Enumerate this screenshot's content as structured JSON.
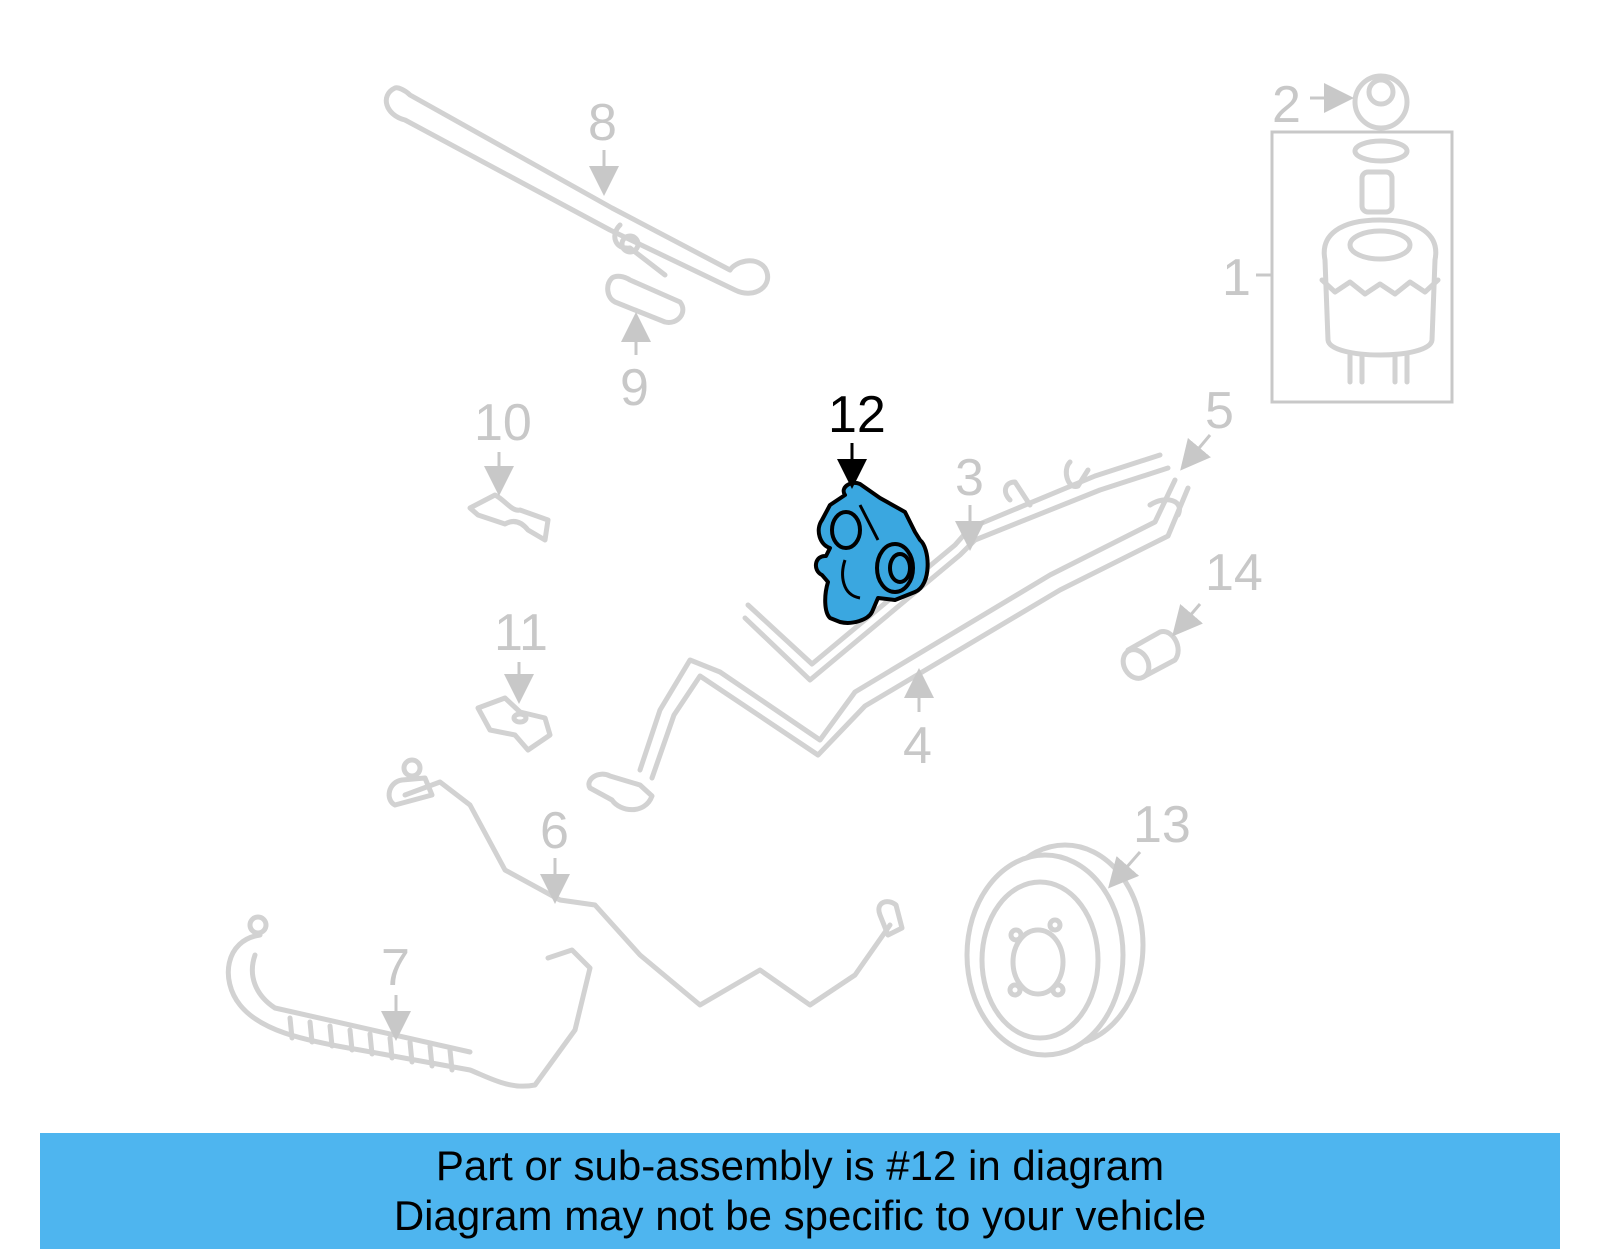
{
  "diagram": {
    "labels": {
      "p1": "1",
      "p2": "2",
      "p3": "3",
      "p4": "4",
      "p5": "5",
      "p6": "6",
      "p7": "7",
      "p8": "8",
      "p9": "9",
      "p10": "10",
      "p11": "11",
      "p12": "12",
      "p13": "13",
      "p14": "14"
    },
    "highlighted_part": "12",
    "highlight_color": "#3aa7e0"
  },
  "banner": {
    "line1": "Part or sub-assembly is #12 in diagram",
    "line2": "Diagram may not be specific to your vehicle",
    "background": "#4eb5ef"
  }
}
